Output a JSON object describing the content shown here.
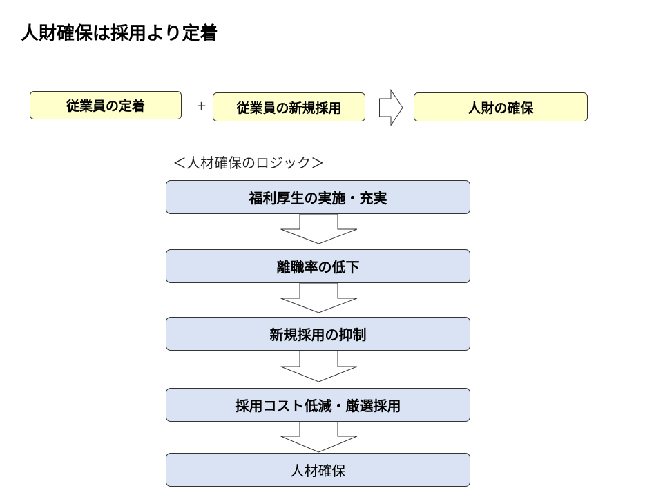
{
  "title": "人財確保は採用より定着",
  "equation": {
    "term1": "従業員の定着",
    "operator": "+",
    "term2": "従業員の新規採用",
    "result": "人財の確保"
  },
  "logic": {
    "caption": "＜人材確保のロジック＞",
    "steps": [
      "福利厚生の実施・充実",
      "離職率の低下",
      "新規採用の抑制",
      "採用コスト低減・厳選採用",
      "人材確保"
    ]
  },
  "colors": {
    "yellow_box": "#ffffcc",
    "blue_box": "#dae3f3"
  }
}
